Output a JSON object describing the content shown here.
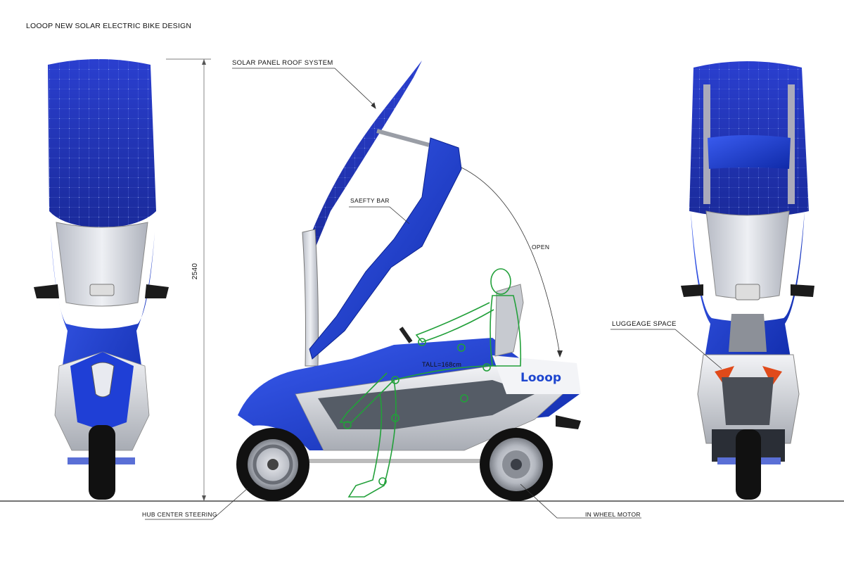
{
  "title": "LOOOP NEW SOLAR ELECTRIC BIKE DESIGN",
  "labels": {
    "solar_roof": "SOLAR PANEL ROOF SYSTEM",
    "safety_bar": "SAEFTY BAR",
    "open": "OPEN",
    "height_dim": "2540",
    "rider_height": "TALL=168cm",
    "luggage": "LUGGEAGE SPACE",
    "hub_steering": "HUB CENTER STEERING",
    "wheel_motor": "IN WHEEL MOTOR"
  },
  "brand_logo_text": "Looop",
  "colors": {
    "body_blue": "#1638c8",
    "panel_blue": "#2540b8",
    "rider_outline": "#22a03a",
    "silver": "#c9ccd2",
    "tire": "#111111"
  }
}
